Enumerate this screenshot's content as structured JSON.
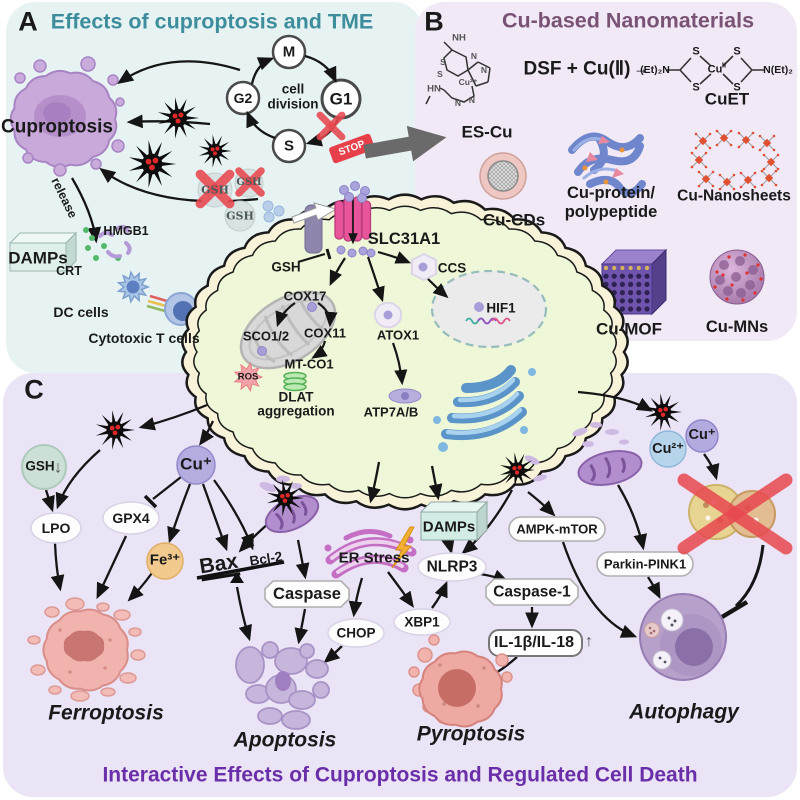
{
  "colors": {
    "panel_a_bg": "#e7f3f3",
    "panel_b_bg": "#f1e9f5",
    "panel_c_bg": "#ebe4f6",
    "title_a": "#3d8d9c",
    "title_b": "#7a5276",
    "footer": "#6a2fa8",
    "red_cross": "#e8484f",
    "nanoparticle": "#111111",
    "cell_fill": "#eef8d8"
  },
  "panelA": {
    "tag": "A",
    "title": "Effects of cuproptosis and TME",
    "cuproptosis": "Cuproptosis",
    "cycle": {
      "m": "M",
      "g2": "G2",
      "g1": "G1",
      "s": "S",
      "center1": "cell",
      "center2": "division",
      "stop": "STOP"
    },
    "gsh": "GSH",
    "release": "release",
    "hmgb1": "HMGB1",
    "damps": "DAMPs",
    "crt": "CRT",
    "dc_cells": "DC cells",
    "t_cells": "Cytotoxic T cells"
  },
  "panelB": {
    "tag": "B",
    "title": "Cu-based Nanomaterials",
    "reaction": "DSF + Cu(Ⅱ)",
    "reaction_arrow": "→",
    "es_cu": "ES-Cu",
    "cuet": "CuET",
    "cu_cds": "Cu-CDs",
    "cu_protein_line1": "Cu-protein/",
    "cu_protein_line2": "polypeptide",
    "cu_nanosheets": "Cu-Nanosheets",
    "cu_mof": "Cu-MOF",
    "cu_mns": "Cu-MNs",
    "atoms": {
      "net2_left": "(Et)₂N",
      "net2_right": "N(Et)₂",
      "cu_core": "Cu",
      "cu_core_sup": "II",
      "s": "S",
      "nh": "NH",
      "hn": "HN",
      "cu2": "Cu²⁺",
      "n": "N"
    }
  },
  "cell": {
    "slc31a1": "SLC31A1",
    "gsh": "GSH",
    "cox17": "COX17",
    "cox11": "COX11",
    "sco12": "SCO1/2",
    "mtco1": "MT-CO1",
    "ros": "ROS",
    "dlat1": "DLAT",
    "dlat2": "aggregation",
    "atox1": "ATOX1",
    "ccs": "CCS",
    "hif1": "HIF1",
    "atp7ab": "ATP7A/B"
  },
  "panelC": {
    "tag": "C",
    "gsh": "GSH",
    "gsh_arrow": "↓",
    "lpo": "LPO",
    "gpx4": "GPX4",
    "cu_plus": "Cu⁺",
    "fe3": "Fe³⁺",
    "bax": "Bax",
    "bcl2": "Bcl-2",
    "caspase": "Caspase",
    "er_stress": "ER Stress",
    "chop": "CHOP",
    "xbp1": "XBP1",
    "damps": "DAMPs",
    "nlrp3": "NLRP3",
    "ampk_mtor": "AMPK-mTOR",
    "caspase1": "Caspase-1",
    "il": "IL-1β/IL-18",
    "il_arrow": "↑",
    "parkin_pink1": "Parkin-PINK1",
    "cu2_plus": "Cu²⁺",
    "cu_plus_2": "Cu⁺",
    "ferroptosis": "Ferroptosis",
    "apoptosis": "Apoptosis",
    "pyroptosis": "Pyroptosis",
    "autophagy": "Autophagy"
  },
  "footer": {
    "title": "Interactive Effects of  Cuproptosis and Regulated Cell Death"
  }
}
